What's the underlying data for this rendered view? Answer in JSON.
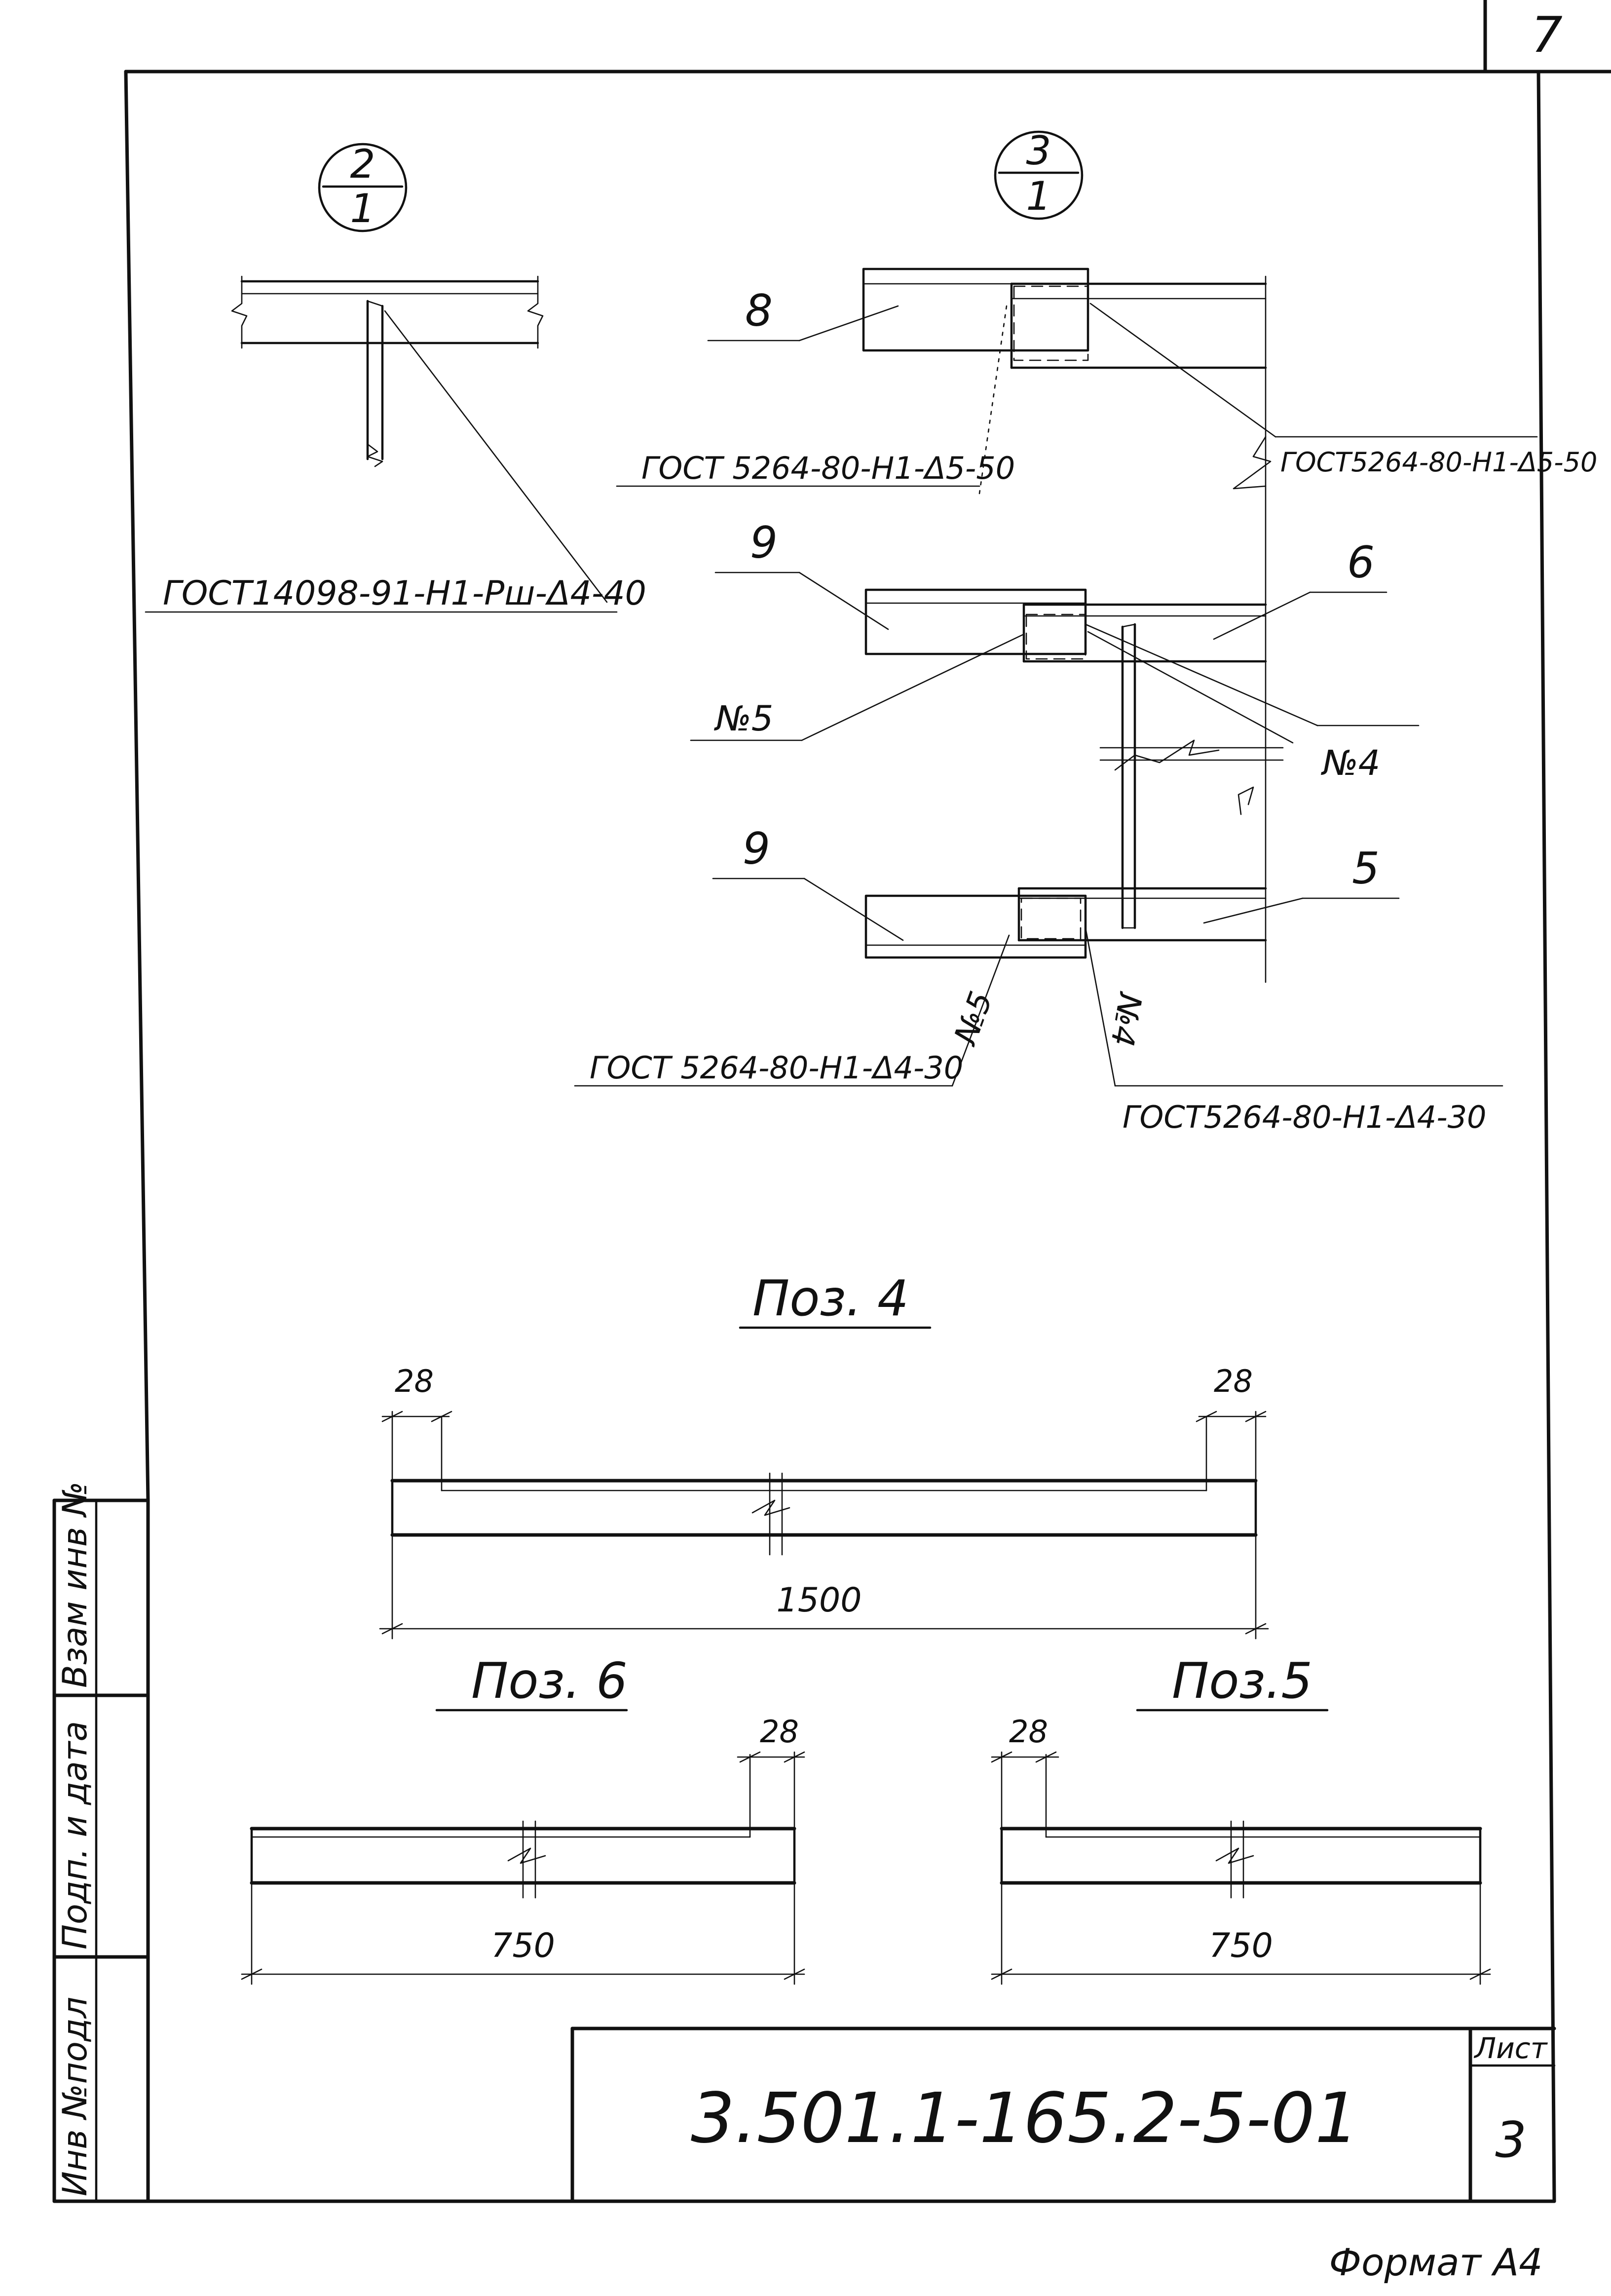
{
  "sheet": {
    "corner_number": "7",
    "document_code": "3.501.1-165.2-5-01",
    "sheet_label": "Лист",
    "sheet_number": "3",
    "format_label": "Формат А4"
  },
  "margin_stamp": {
    "field_1": "Взам инв №",
    "field_2": "Подп. и дата",
    "field_3": "Инв №подл"
  },
  "node_2": {
    "marker_top": "2",
    "marker_bottom": "1",
    "weld_note": "ГОСТ14098-91-Н1-Рш-Δ4-40"
  },
  "node_3": {
    "marker_top": "3",
    "marker_bottom": "1",
    "pos_8": "8",
    "pos_9_top": "9",
    "pos_9_bottom": "9",
    "pos_6": "6",
    "pos_5": "5",
    "weld_note_left_top": "ГОСТ 5264-80-Н1-Δ5-50",
    "weld_note_right_top": "ГОСТ5264-80-Н1-Δ5-50",
    "weld_no5_upper": "№5",
    "weld_no4_upper": "№4",
    "weld_no5_lower": "№5",
    "weld_no4_lower": "№4",
    "weld_note_left_bottom": "ГОСТ 5264-80-Н1-Δ4-30",
    "weld_note_right_bottom": "ГОСТ5264-80-Н1-Δ4-30"
  },
  "pos4": {
    "title": "Поз. 4",
    "dim_left": "28",
    "dim_right": "28",
    "dim_length": "1500"
  },
  "pos6": {
    "title": "Поз. 6",
    "dim_end": "28",
    "dim_length": "750"
  },
  "pos5": {
    "title": "Поз.5",
    "dim_end": "28",
    "dim_length": "750"
  }
}
